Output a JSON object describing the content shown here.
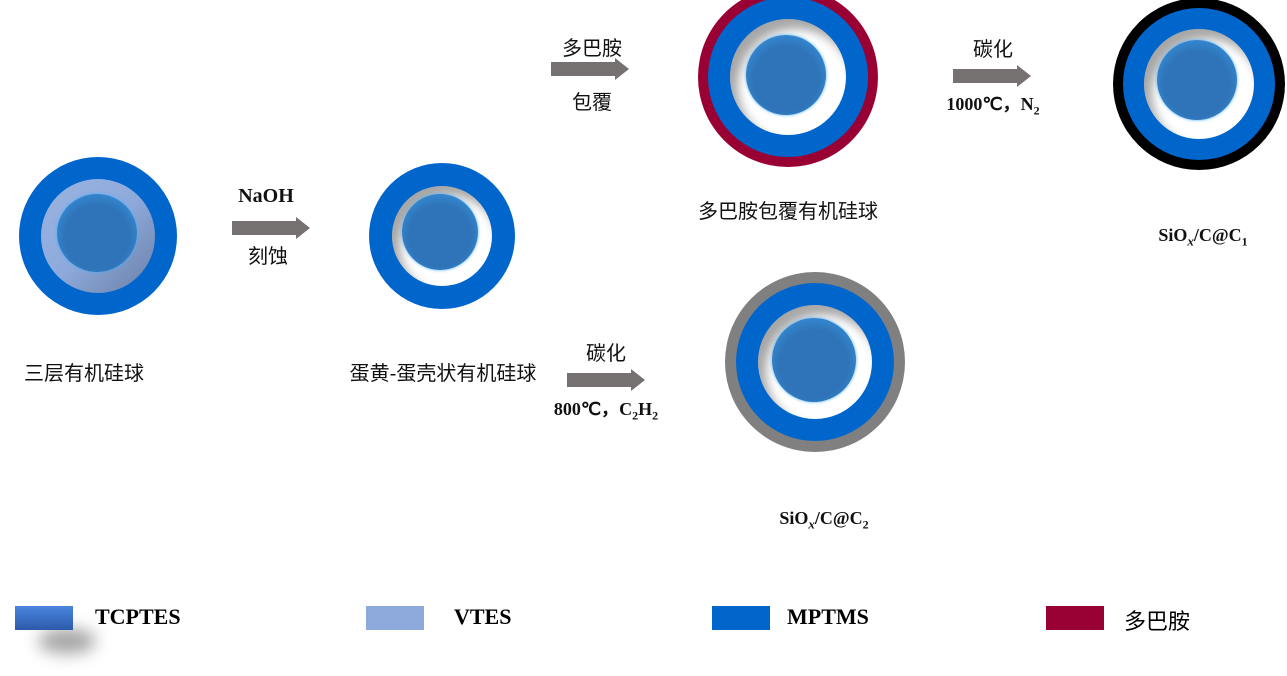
{
  "steps": {
    "etch": {
      "top": "NaOH",
      "bottom": "刻蚀"
    },
    "coat": {
      "top": "多巴胺",
      "bottom": "包覆"
    },
    "carbonize1": {
      "top": "碳化",
      "bottom_main": "1000℃，N",
      "bottom_sub": "2"
    },
    "carbonize2": {
      "top": "碳化",
      "bottom_main": "800℃，C",
      "bottom_sub1": "2",
      "bottom_mid": "H",
      "bottom_sub2": "2"
    }
  },
  "labels": {
    "three_layer": "三层有机硅球",
    "yolk_shell": "蛋黄-蛋壳状有机硅球",
    "pda_coated": "多巴胺包覆有机硅球",
    "c1": {
      "pre": "SiO",
      "x": "x",
      "mid": "/C@C",
      "sub": "1"
    },
    "c2": {
      "pre": "SiO",
      "x": "x",
      "mid": "/C@C",
      "sub": "2"
    }
  },
  "legend": [
    {
      "label": "TCPTES",
      "color": "#3a6fc4"
    },
    {
      "label": "VTES",
      "color": "#8eaadc"
    },
    {
      "label": "MPTMS",
      "color": "#0066cc"
    },
    {
      "label": "多巴胺",
      "color": "#990033"
    }
  ]
}
